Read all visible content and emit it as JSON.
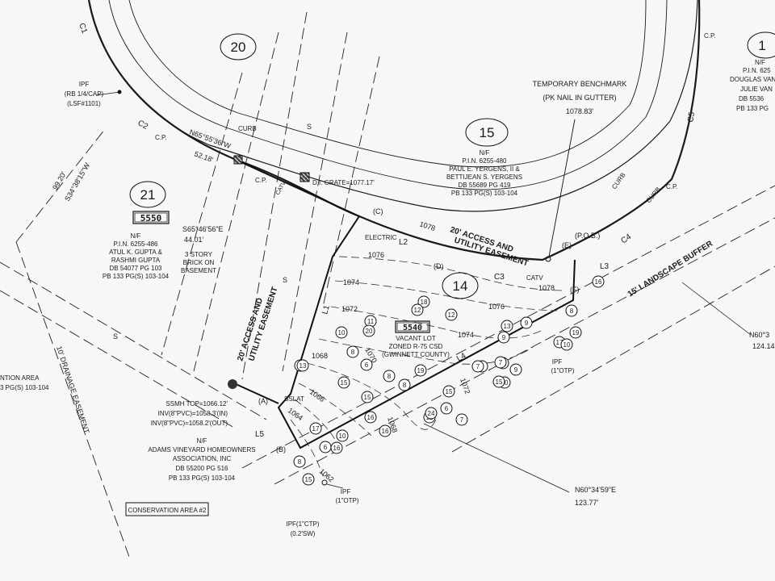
{
  "lots": {
    "lot20": "20",
    "lot15": "15",
    "lot21": "21",
    "lot14": "14",
    "lot_edge": "1"
  },
  "addresses": {
    "a5550": "5550",
    "a5540": "5540"
  },
  "lot15_owner": [
    "N/F",
    "P.I.N. 6255-480",
    "PAUL E. YERGENS, II &",
    "BETTIJEAN S. YERGENS",
    "DB 55689 PG 419",
    "PB 133 PG(S) 103-104"
  ],
  "lot21_owner": [
    "N/F",
    "P.I.N. 6255-486",
    "ATUL K. GUPTA &",
    "RASHMI GUPTA",
    "DB 54077 PG 103",
    "PB 133 PG(S) 103-104"
  ],
  "lot21_house": [
    "3 STORY",
    "BRICK ON",
    "BASEMENT"
  ],
  "right_owner": [
    "N/F",
    "P.I.N. 625",
    "DOUGLAS VAN",
    "JULIE VAN",
    "DB 5536",
    "PB 133 PG"
  ],
  "hoa_owner": [
    "N/F",
    "ADAMS VINEYARD HOMEOWNERS",
    "ASSOCIATION, INC",
    "DB 55200 PG 516",
    "PB 133 PG(S) 103-104"
  ],
  "lot14_desc": [
    "VACANT LOT",
    "ZONED R-75 CSD",
    "(GWINNETT COUNTY)"
  ],
  "benchmark": [
    "TEMPORARY BENCHMARK",
    "(PK NAIL IN GUTTER)",
    "1078.83'"
  ],
  "ipf_top": [
    "IPF",
    "(RB 1/4/CAP)",
    "(LSF#1101)"
  ],
  "ipf_bottom": [
    "IPF(1\"CTP)",
    "(0.2'SW)"
  ],
  "ipf_mid": [
    "IPF",
    "(1\"OTP)"
  ],
  "ipf_right": [
    "IPF",
    "(1\"OTP)"
  ],
  "ssmh": [
    "SSMH TOP=1066.12'",
    "INV(8\"PVC)=1058.3'(IN)",
    "INV(8\"PVC)=1058.2'(OUT)"
  ],
  "bearings": {
    "b1": "N65°55'36\"W",
    "b1_dist": "52.18'",
    "b2": "S65°46'56\"E",
    "b2_dist": "44.01'",
    "b3": "99.20'",
    "b3_bearing": "S34°38'15\"W",
    "b4": "N60°34'59\"E",
    "b4_dist": "123.77'",
    "b5": "N60°3",
    "b5_dist": "124.14"
  },
  "curves": {
    "c1": "C1",
    "c2": "C2",
    "c3": "C3",
    "c4": "C4",
    "c5": "C5"
  },
  "lines": {
    "l1": "L1",
    "l2": "L2",
    "l3": "L3",
    "l4": "L4",
    "l5": "L5"
  },
  "points": {
    "a": "(A)",
    "b": "(B)",
    "c": "(C)",
    "d": "(D)",
    "e": "(E)",
    "f": "(F)",
    "pob": "(P.O.B.)"
  },
  "labels": {
    "cp": "C.P.",
    "curb": "CURB",
    "catv": "CATV",
    "electric": "ELECTRIC",
    "di_grate": "D.I. GRATE=1077.17'",
    "sslat": "SSLAT",
    "access_top_1": "20' ACCESS AND",
    "access_top_2": "UTILITY EASEMENT",
    "access_left_1": "20' ACCESS AND",
    "access_left_2": "UTILITY EASEMENT",
    "landscape": "15' LANDSCAPE BUFFER",
    "drainage": "10' DRAINAGE EASEMENT",
    "conservation2": "CONSERVATION AREA #2",
    "conservation_frag": "NTION AREA",
    "conservation_pb": "3 PG(S) 103-104",
    "s": "S"
  },
  "contours": [
    "1078",
    "1076",
    "1074",
    "1072",
    "1070",
    "1068",
    "1066",
    "1064",
    "1062"
  ],
  "trees": [
    "8",
    "11",
    "20",
    "10",
    "8",
    "6",
    "15",
    "13",
    "8",
    "15",
    "18",
    "12",
    "12",
    "16",
    "9",
    "13",
    "19",
    "16",
    "8",
    "6",
    "15",
    "7",
    "10",
    "12",
    "6",
    "15",
    "12",
    "24",
    "7",
    "7",
    "9",
    "17",
    "16",
    "6",
    "8",
    "15",
    "16",
    "19",
    "17",
    "8",
    "10",
    "9",
    "10"
  ]
}
